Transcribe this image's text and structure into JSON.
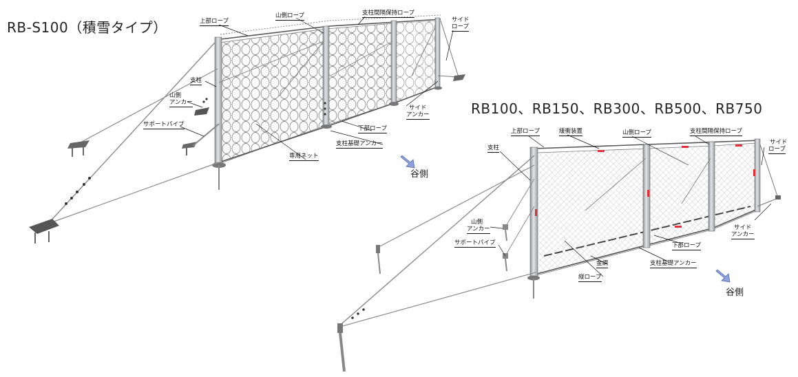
{
  "titles": {
    "left": "RB-S100（積雪タイプ）",
    "right": "RB100、RB150、RB300、RB500、RB750"
  },
  "left_labels": {
    "upper_rope": "上部ロープ",
    "mountain_rope": "山側ロープ",
    "post_spacing_rope": "支柱間隔保持ロープ",
    "side_rope_1": "サイド",
    "side_rope_2": "ロープ",
    "post": "支柱",
    "mountain_anchor_1": "山側",
    "mountain_anchor_2": "アンカー",
    "support_pipe": "サポートパイプ",
    "side_anchor_1": "サイド",
    "side_anchor_2": "アンカー",
    "lower_rope": "下部ロープ",
    "post_base_anchor": "支柱基礎アンカー",
    "special_net": "専用ネット",
    "valley_side": "谷側"
  },
  "right_labels": {
    "upper_rope": "上部ロープ",
    "buffer_device": "緩衝装置",
    "mountain_rope": "山側ロープ",
    "post_spacing_rope": "支柱間隔保持ロープ",
    "side_rope_1": "サイド",
    "side_rope_2": "ロープ",
    "post": "支柱",
    "mountain_anchor_1": "山側",
    "mountain_anchor_2": "アンカー",
    "support_pipe": "サポートパイプ",
    "side_anchor_1": "サイド",
    "side_anchor_2": "アンカー",
    "lower_rope": "下部ロープ",
    "post_base_anchor": "支柱基礎アンカー",
    "wire_mesh": "金網",
    "vertical_rope": "縦ロープ",
    "valley_side": "谷側"
  },
  "colors": {
    "steel": "#b9bcc0",
    "steel_dark": "#6f7378",
    "rope": "#8a8a8a",
    "net": "#9a9a9a",
    "arrow": "#6f86c8",
    "buffer": "#e0303a"
  }
}
